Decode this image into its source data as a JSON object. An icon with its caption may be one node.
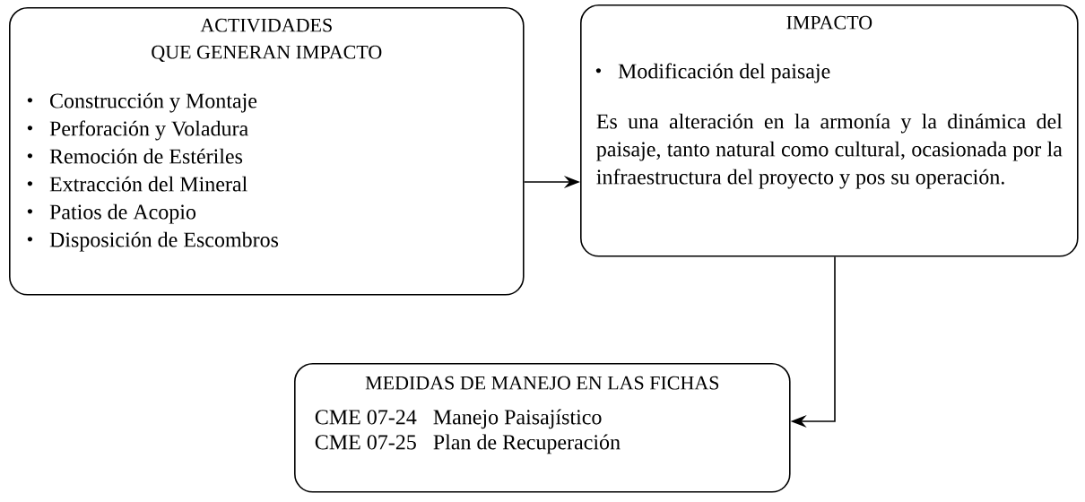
{
  "diagram": {
    "nodes": [
      {
        "text": [
          "ACTIVIDADES QUE GENERAN IMPACTO",
          "Construcción y Montaje",
          "Perforación y Voladura",
          "Remoción de Estériles",
          "Extracción del Mineral",
          "Patios de Acopio",
          "Disposición de Escombros"
        ]
      },
      {
        "text": [
          "IMPACTO",
          "Modificación del paisaje",
          "Es una alteración en la armonía y la dinámica del paisaje, tanto natural como cultural, ocasionada por la infraestructura del proyecto y pos su operación."
        ]
      },
      {
        "text": [
          "MEDIDAS DE MANEJO EN LAS FICHAS",
          "CME 07-24",
          "Manejo Paisajístico",
          "CME 07-25",
          "Plan de Recuperación"
        ]
      }
    ],
    "edges": [
      {
        "from": 0,
        "to": 1,
        "arrow": "to"
      },
      {
        "from": 1,
        "to": 2,
        "arrow": "to"
      }
    ]
  }
}
